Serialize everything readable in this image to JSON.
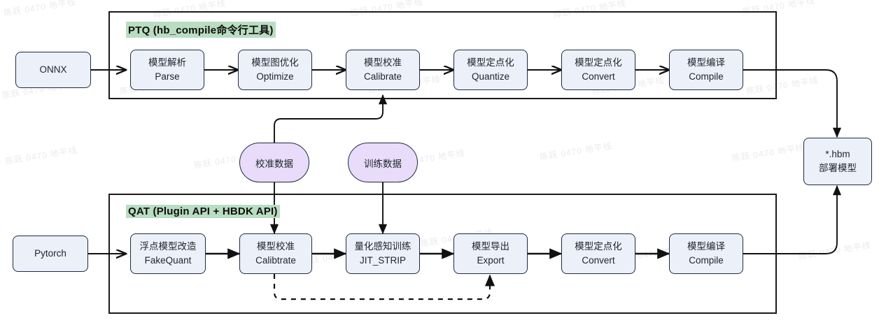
{
  "diagram": {
    "title": "PTQ / QAT model deployment toolchain flow",
    "watermark_text": "陈跃 0470 地平线",
    "colors": {
      "node_fill": "#ecf0f9",
      "node_border": "#1f2a44",
      "pill_fill": "#e8dcfa",
      "group_border": "#1b1b1b",
      "title_highlight": "#b9ddc0",
      "wire": "#111111"
    }
  },
  "inputs": [
    {
      "id": "onnx",
      "label": "ONNX"
    },
    {
      "id": "pytorch",
      "label": "Pytorch"
    }
  ],
  "ptq": {
    "title": "PTQ (hb_compile命令行工具)",
    "steps": [
      {
        "id": "parse",
        "cn": "模型解析",
        "en": "Parse"
      },
      {
        "id": "optimize",
        "cn": "模型图优化",
        "en": "Optimize"
      },
      {
        "id": "calibrate",
        "cn": "模型校准",
        "en": "Calibrate"
      },
      {
        "id": "quantize",
        "cn": "模型定点化",
        "en": "Quantize"
      },
      {
        "id": "convert",
        "cn": "模型定点化",
        "en": "Convert"
      },
      {
        "id": "compile",
        "cn": "模型编译",
        "en": "Compile"
      }
    ]
  },
  "qat": {
    "title": "QAT (Plugin API + HBDK API)",
    "steps": [
      {
        "id": "fakequant",
        "cn": "浮点模型改造",
        "en": "FakeQuant"
      },
      {
        "id": "calibtrate",
        "cn": "模型校准",
        "en": "Calibtrate"
      },
      {
        "id": "jitstrip",
        "cn": "量化感知训练",
        "en": "JIT_STRIP"
      },
      {
        "id": "export",
        "cn": "模型导出",
        "en": "Export"
      },
      {
        "id": "convert",
        "cn": "模型定点化",
        "en": "Convert"
      },
      {
        "id": "compile",
        "cn": "模型编译",
        "en": "Compile"
      }
    ]
  },
  "data_sources": [
    {
      "id": "calib-data",
      "label": "校准数据"
    },
    {
      "id": "train-data",
      "label": "训练数据"
    }
  ],
  "output": {
    "id": "hbm",
    "line1": "*.hbm",
    "line2": "部署模型"
  }
}
